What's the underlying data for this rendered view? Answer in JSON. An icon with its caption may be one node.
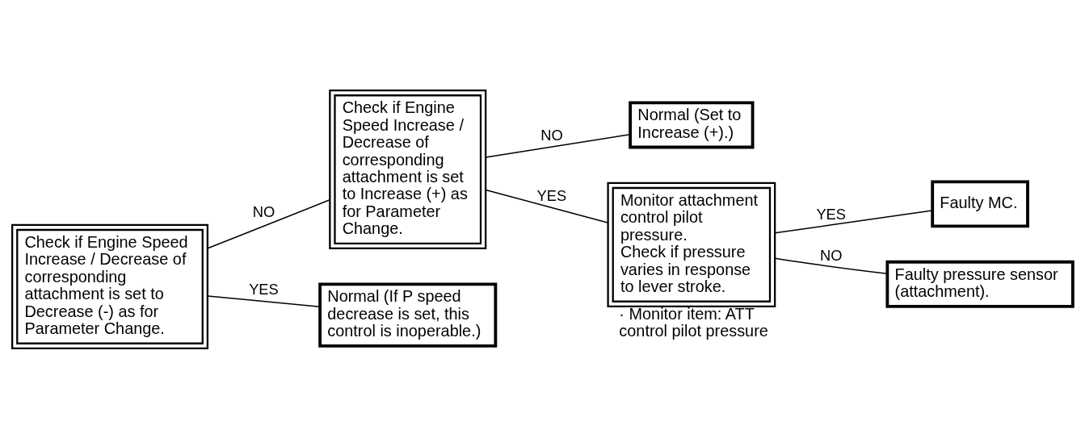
{
  "diagram": {
    "nodes": [
      {
        "text": [
          "Check if Engine Speed Increase / Decrease of corresponding attachment is set to Decrease (-) as for Parameter Change."
        ]
      },
      {
        "text": [
          "Check if Engine Speed Increase / Decrease of corresponding attachment is set to Increase (+) as for Parameter Change."
        ]
      },
      {
        "text": [
          "Normal (Set to Increase (+).)"
        ]
      },
      {
        "text": [
          "Monitor attachment control pilot pressure.",
          "Check if pressure varies in response to lever stroke."
        ],
        "beside": [
          "· Monitor item: ATT control pilot pressure"
        ]
      },
      {
        "text": [
          "Faulty MC."
        ]
      },
      {
        "text": [
          "Faulty pressure sensor (attachment)."
        ]
      },
      {
        "text": [
          "Normal (If P speed decrease is set, this control is inoperable.)"
        ]
      }
    ],
    "edges": [
      {
        "from": 0,
        "to": 1,
        "arrow": "none",
        "label": "NO"
      },
      {
        "from": 0,
        "to": 6,
        "arrow": "none",
        "label": "YES"
      },
      {
        "from": 1,
        "to": 2,
        "arrow": "none",
        "label": "NO"
      },
      {
        "from": 1,
        "to": 3,
        "arrow": "none",
        "label": "YES"
      },
      {
        "from": 3,
        "to": 4,
        "arrow": "none",
        "label": "YES"
      },
      {
        "from": 3,
        "to": 5,
        "arrow": "none",
        "label": "NO"
      }
    ]
  }
}
